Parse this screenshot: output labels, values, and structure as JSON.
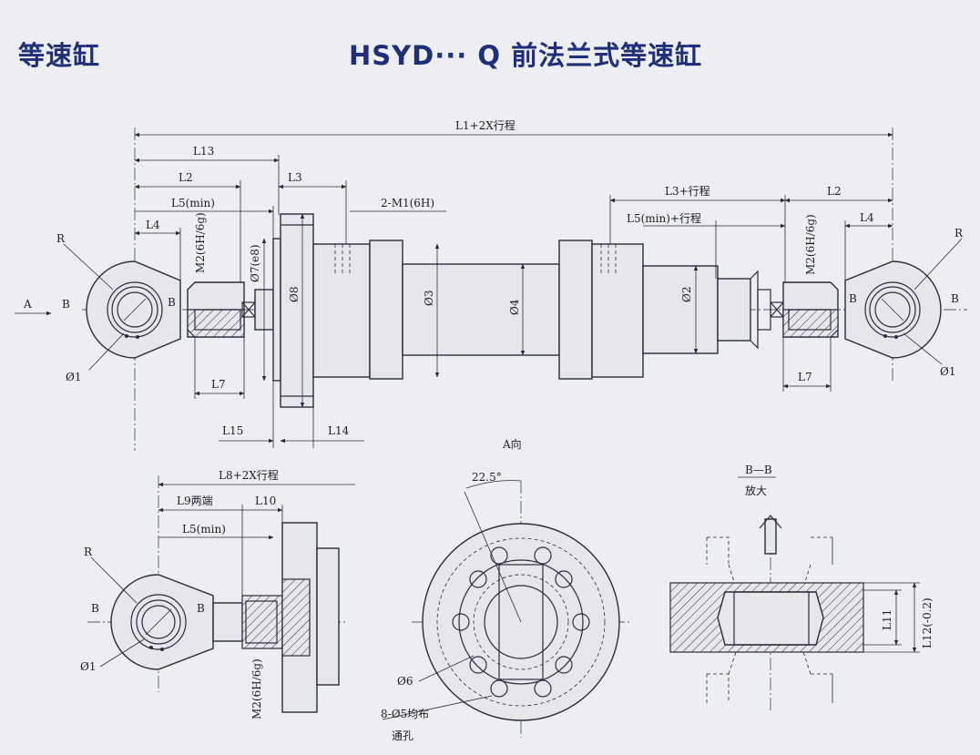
{
  "titles": {
    "left": "等速缸",
    "main": "HSYD··· Q 前法兰式等速缸"
  },
  "main_view": {
    "L1": "L1+2X行程",
    "L13": "L13",
    "L2_left": "L2",
    "L3_left": "L3",
    "L5_left": "L5(min)",
    "L4_left": "L4",
    "M1": "2-M1(6H)",
    "L3_right": "L3+行程",
    "L2_right": "L2",
    "L5_right": "L5(min)+行程",
    "L4_right": "L4",
    "M2": "M2(6H/6g)",
    "R": "R",
    "A": "A",
    "B": "B",
    "D1": "Ø1",
    "D2": "Ø2",
    "D3": "Ø3",
    "D4": "Ø4",
    "D7": "Ø7(e8)",
    "D8": "Ø8",
    "L7": "L7",
    "L15": "L15",
    "L14": "L14"
  },
  "lower_left": {
    "L8": "L8+2X行程",
    "L9": "L9两端",
    "L10": "L10",
    "L5": "L5(min)",
    "R": "R",
    "B": "B",
    "D1": "Ø1",
    "M2": "M2(6H/6g)"
  },
  "view_a": {
    "title": "A向",
    "angle": "22.5°",
    "D6": "Ø6",
    "holes": "8-Ø5均布",
    "through": "通孔"
  },
  "section_bb": {
    "title": "B—B",
    "subtitle": "放大",
    "L11": "L11",
    "L12": "L12(-0.2)"
  }
}
